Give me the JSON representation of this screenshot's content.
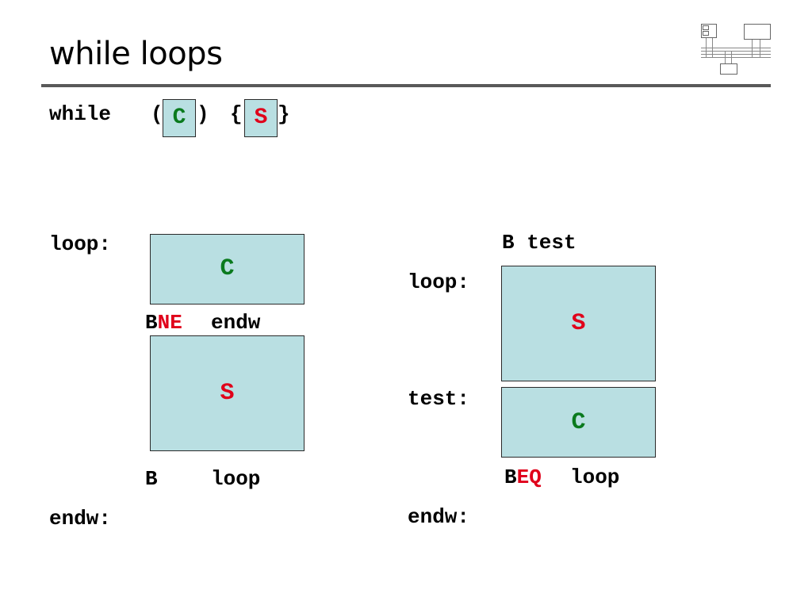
{
  "slide": {
    "title": "while loops"
  },
  "header_code": {
    "kw_while": "while",
    "open_paren": "(",
    "cond": "C",
    "close_paren": ")",
    "open_brace": "{",
    "stmt": "S",
    "close_brace": "}"
  },
  "left_version": {
    "loop_label": "loop:",
    "box_c": "C",
    "bne_b": "B",
    "bne_ne": "NE",
    "bne_target": "endw",
    "box_s": "S",
    "b_instr": "B",
    "b_target": "loop",
    "endw_label": "endw:"
  },
  "right_version": {
    "b_test": "B test",
    "loop_label": "loop:",
    "box_s": "S",
    "test_label": "test:",
    "box_c": "C",
    "beq_b": "B",
    "beq_eq": "EQ",
    "beq_target": "loop",
    "endw_label": "endw:"
  },
  "colors": {
    "condition": "#0a7a1e",
    "statement": "#e0001a",
    "box_fill": "#b9dfe2",
    "rule": "#595959"
  },
  "icons": {
    "logo": "computer-architecture-diagram-icon"
  }
}
